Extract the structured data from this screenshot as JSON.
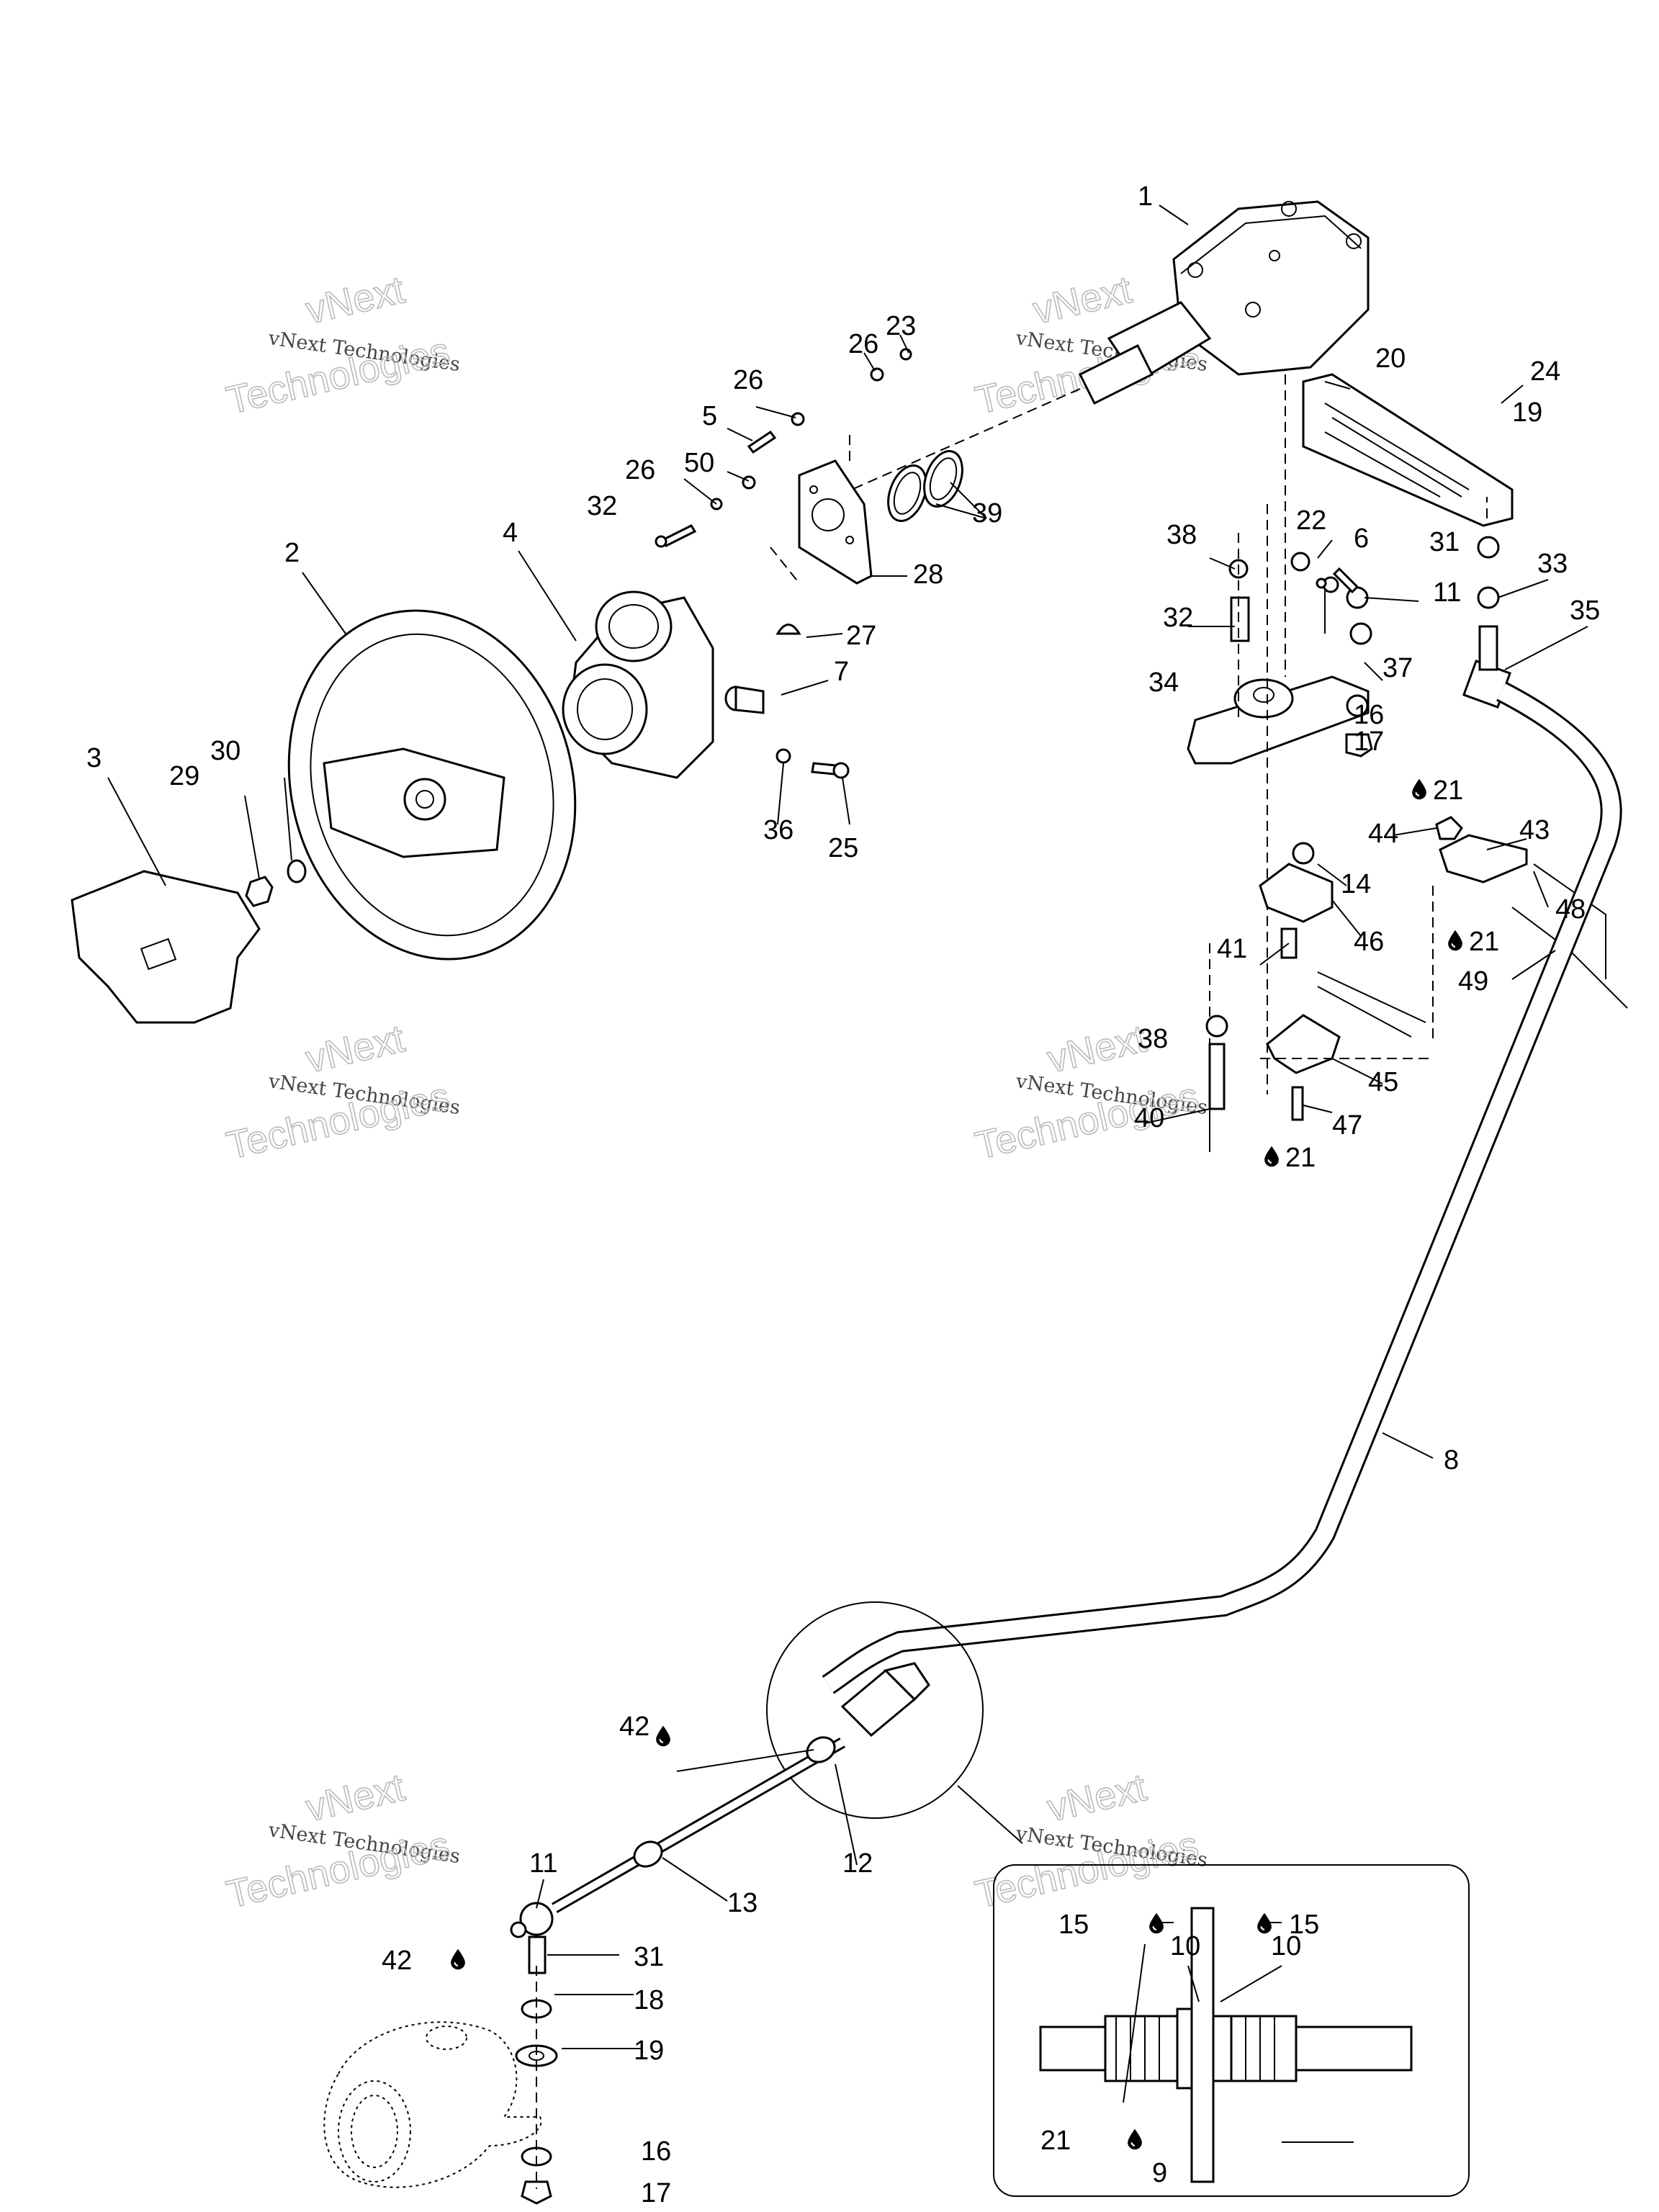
{
  "watermark": {
    "line1": "vNext Technologies",
    "line2": "vNext",
    "line3": "Technologies"
  },
  "glue_icon": "oil-drop-icon",
  "callouts": {
    "n1": "1",
    "n2": "2",
    "n3": "3",
    "n4": "4",
    "n5": "5",
    "n6": "6",
    "n7": "7",
    "n8": "8",
    "n9": "9",
    "n10a": "10",
    "n10b": "10",
    "n11a": "11",
    "n11b": "11",
    "n12": "12",
    "n13": "13",
    "n14": "14",
    "n15a": "15",
    "n15b": "15",
    "n16a": "16",
    "n16b": "16",
    "n17a": "17",
    "n17b": "17",
    "n18": "18",
    "n19a": "19",
    "n19b": "19",
    "n20": "20",
    "n21a": "21",
    "n21b": "21",
    "n21c": "21",
    "n21d": "21",
    "n22": "22",
    "n23": "23",
    "n24": "24",
    "n25": "25",
    "n26a": "26",
    "n26b": "26",
    "n26c": "26",
    "n27": "27",
    "n28": "28",
    "n29": "29",
    "n30": "30",
    "n31a": "31",
    "n31b": "31",
    "n32a": "32",
    "n32b": "32",
    "n33": "33",
    "n34": "34",
    "n35": "35",
    "n36": "36",
    "n37": "37",
    "n38a": "38",
    "n38b": "38",
    "n39": "39",
    "n40": "40",
    "n41": "41",
    "n42a": "42",
    "n42b": "42",
    "n43": "43",
    "n44": "44",
    "n45": "45",
    "n46": "46",
    "n47": "47",
    "n48": "48",
    "n49": "49",
    "n50": "50"
  }
}
